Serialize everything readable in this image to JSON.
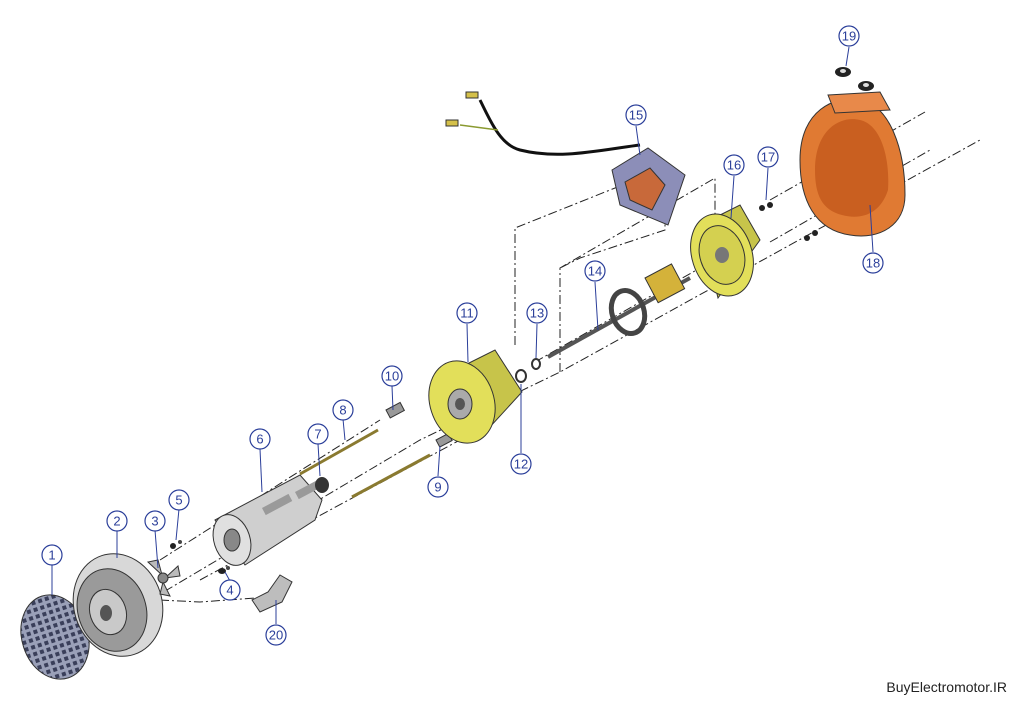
{
  "watermark": "BuyElectromotor.IR",
  "colors": {
    "callout": "#2b3f9a",
    "housing_yellow": "#e2df5a",
    "shroud_orange": "#e07a33",
    "metal_grey": "#bcbcbc",
    "dark_grey": "#555555",
    "stator_lilac": "#8c8eb8",
    "winding_copper": "#c8693a"
  },
  "callouts": [
    {
      "id": "callout-1",
      "label": "1"
    },
    {
      "id": "callout-2",
      "label": "2"
    },
    {
      "id": "callout-3",
      "label": "3"
    },
    {
      "id": "callout-4",
      "label": "4"
    },
    {
      "id": "callout-5",
      "label": "5"
    },
    {
      "id": "callout-6",
      "label": "6"
    },
    {
      "id": "callout-7",
      "label": "7"
    },
    {
      "id": "callout-8",
      "label": "8"
    },
    {
      "id": "callout-9",
      "label": "9"
    },
    {
      "id": "callout-10",
      "label": "10"
    },
    {
      "id": "callout-11",
      "label": "11"
    },
    {
      "id": "callout-12",
      "label": "12"
    },
    {
      "id": "callout-13",
      "label": "13"
    },
    {
      "id": "callout-14",
      "label": "14"
    },
    {
      "id": "callout-15",
      "label": "15"
    },
    {
      "id": "callout-16",
      "label": "16"
    },
    {
      "id": "callout-17",
      "label": "17"
    },
    {
      "id": "callout-18",
      "label": "18"
    },
    {
      "id": "callout-19",
      "label": "19"
    },
    {
      "id": "callout-20",
      "label": "20"
    }
  ]
}
